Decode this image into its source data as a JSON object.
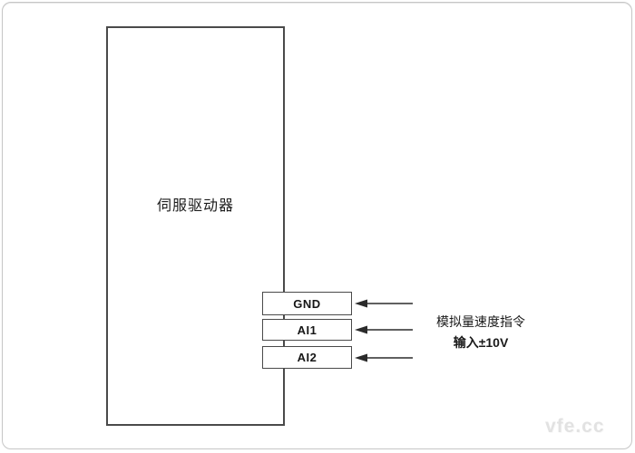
{
  "diagram": {
    "device": {
      "label": "伺服驱动器"
    },
    "terminals": [
      {
        "label": "GND"
      },
      {
        "label": "AI1"
      },
      {
        "label": "AI2"
      }
    ],
    "annotation": {
      "line1": "模拟量速度指令",
      "line2": "输入±10V"
    },
    "watermark": "vfe.cc"
  },
  "colors": {
    "diagram_line": "#4a4a4a",
    "arrow": "#2b2b2b",
    "text": "#1a1a1a",
    "frame_border": "#c6c6c6",
    "watermark": "#e2e2e2",
    "background": "#ffffff"
  }
}
